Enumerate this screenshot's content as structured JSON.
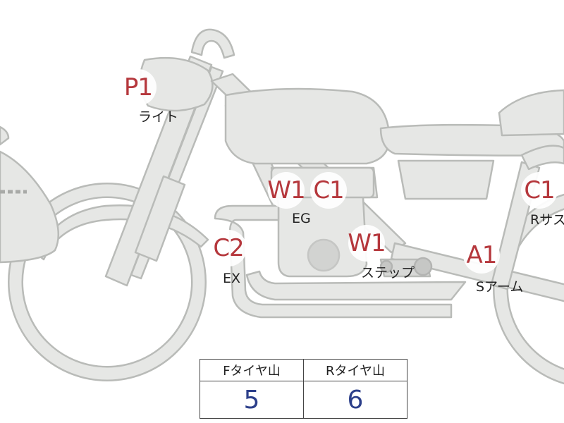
{
  "markers": {
    "p1": {
      "code": "P1",
      "label": "ライト"
    },
    "w1_eg": {
      "code": "W1"
    },
    "c1_eg": {
      "code": "C1"
    },
    "eg": {
      "label": "EG"
    },
    "c2": {
      "code": "C2",
      "label": "EX"
    },
    "w1_step": {
      "code": "W1",
      "label": "ステップ"
    },
    "a1": {
      "code": "A1",
      "label": "Sアーム"
    },
    "c1_rear": {
      "code": "C1",
      "label": "Rサス"
    }
  },
  "tire_table": {
    "front_header": "Fタイヤ山",
    "rear_header": "Rタイヤ山",
    "front_value": "5",
    "rear_value": "6"
  },
  "colors": {
    "code_text": "#b5373c",
    "value_text": "#2c3f8a",
    "bike_fill": "#e6e7e5",
    "bike_stroke": "#b9bbb8"
  }
}
